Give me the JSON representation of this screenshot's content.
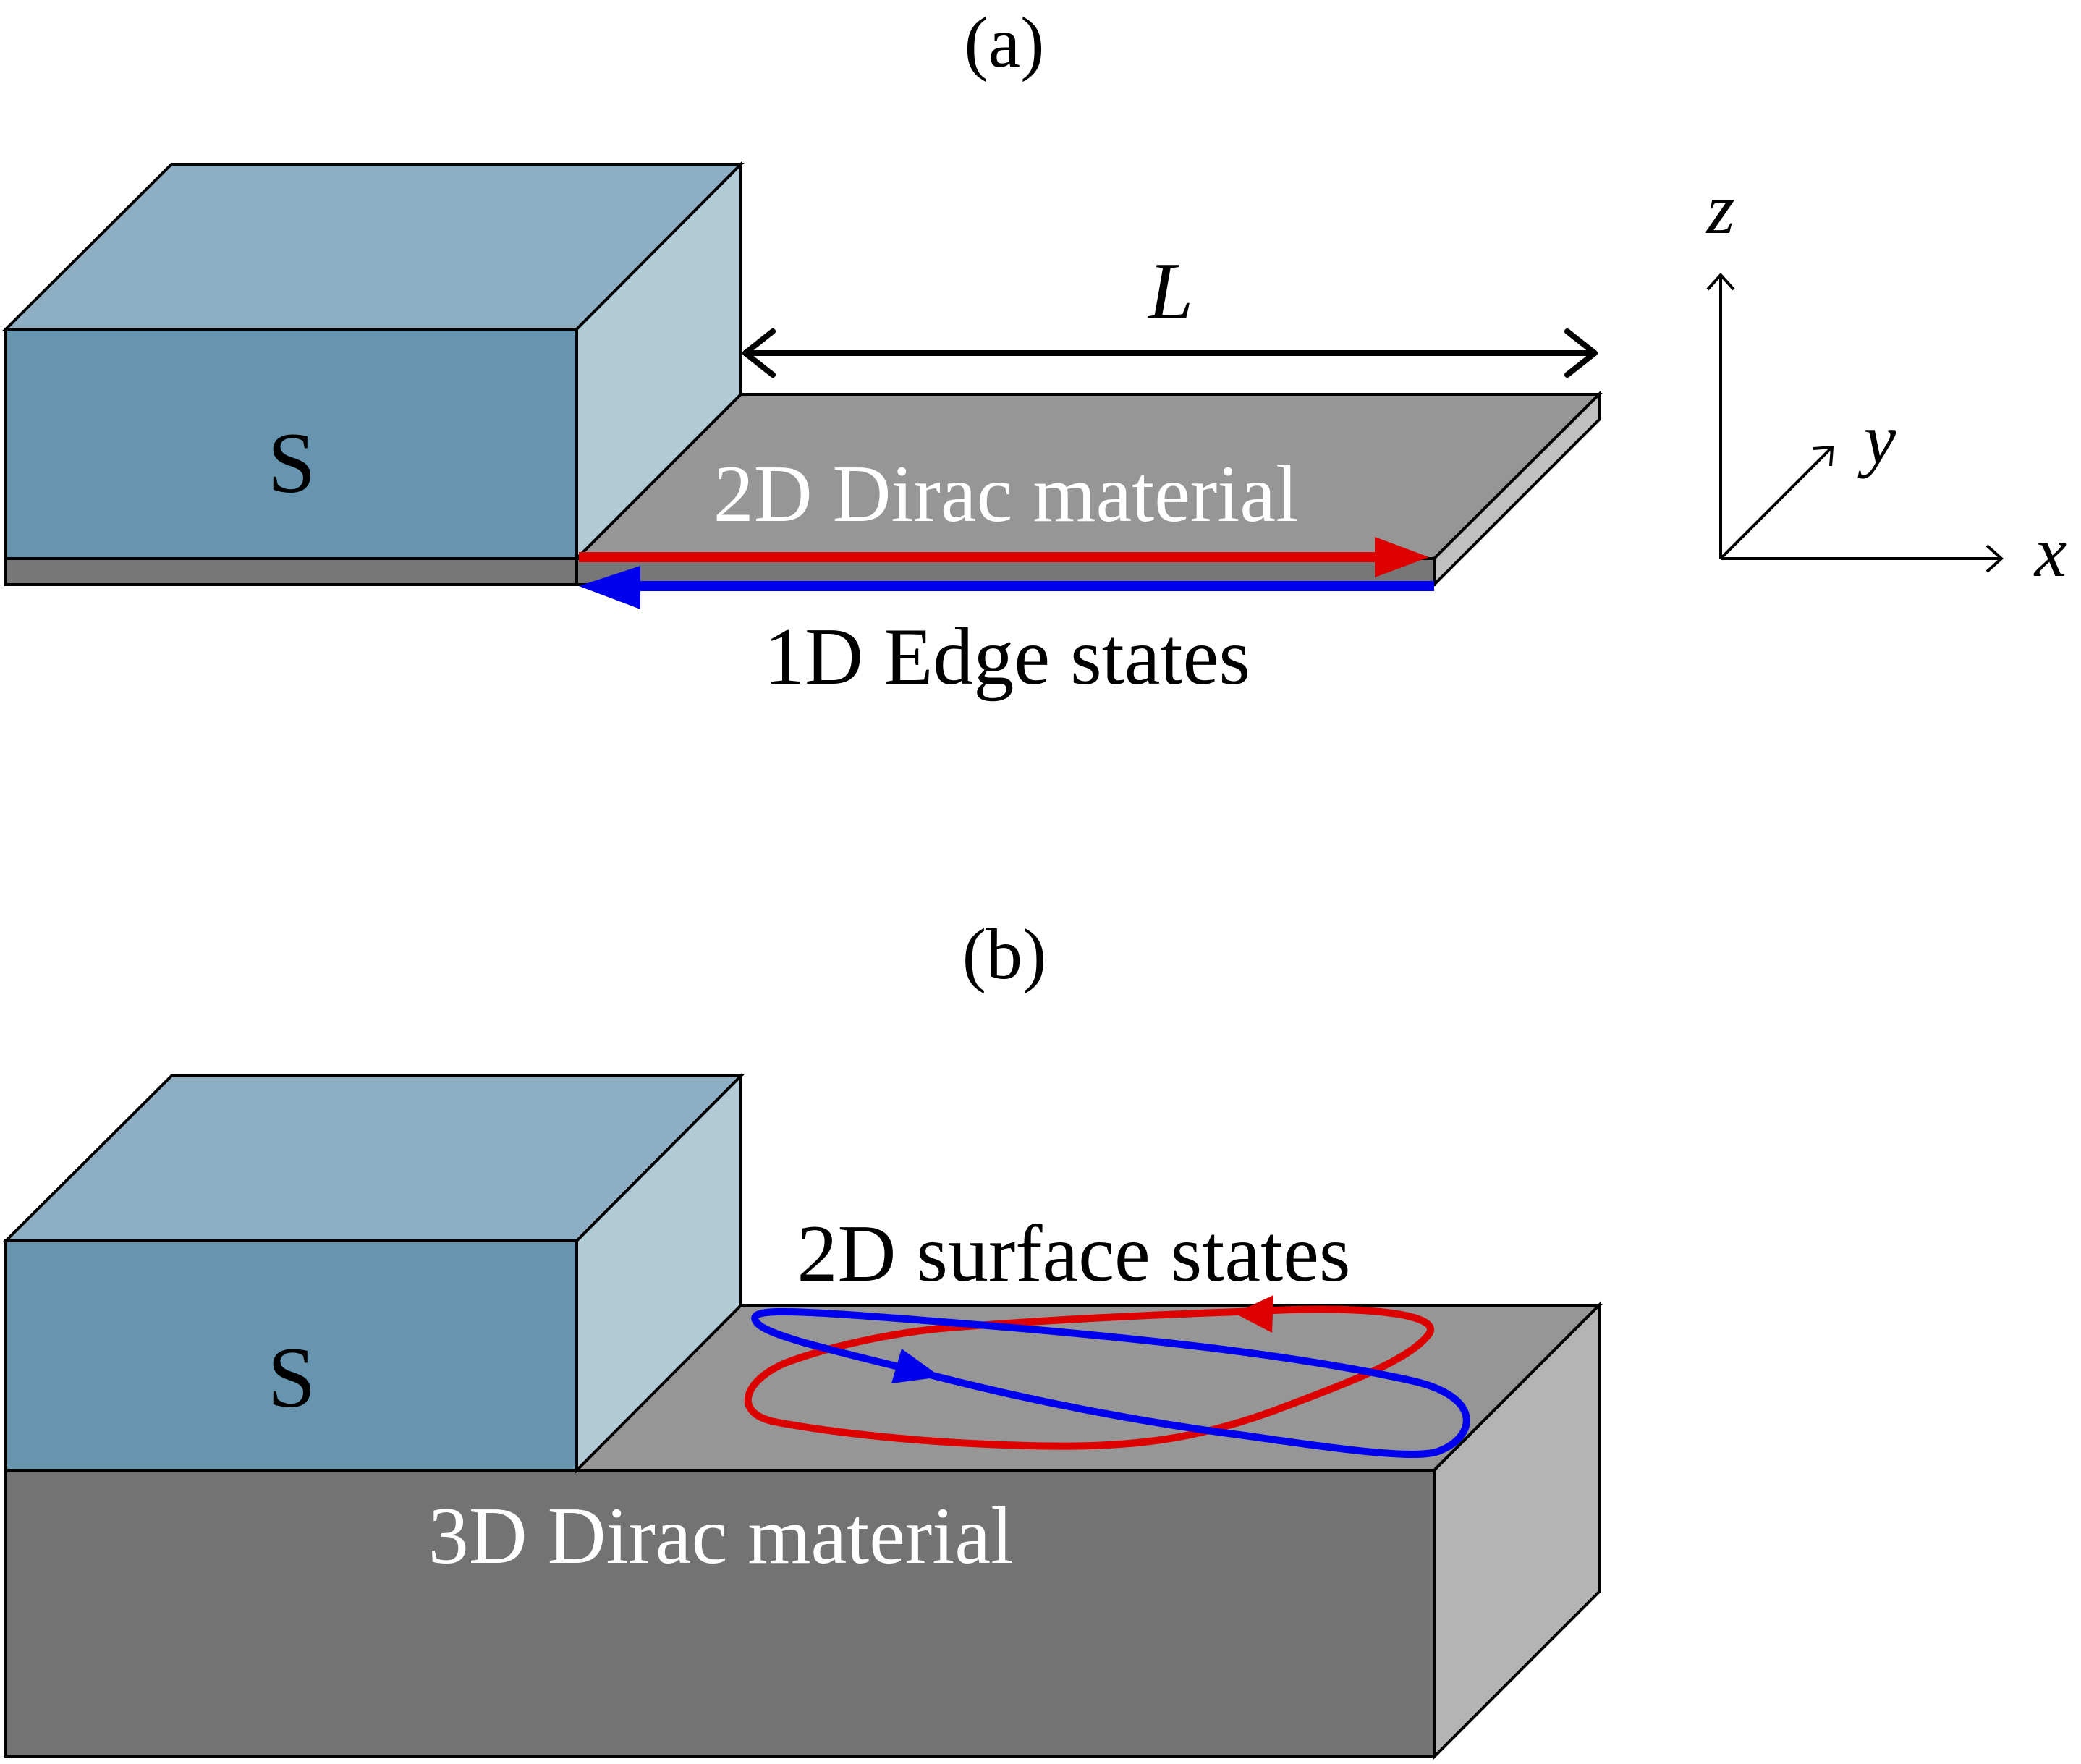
{
  "panel_a": {
    "label": "(a)",
    "superconductor_label": "S",
    "material_label": "2D Dirac material",
    "length_label": "L",
    "edge_states_label": "1D Edge states"
  },
  "panel_b": {
    "label": "(b)",
    "superconductor_label": "S",
    "surface_states_label": "2D surface states",
    "material_label": "3D Dirac material"
  },
  "axes": {
    "z": "z",
    "y": "y",
    "x": "x"
  },
  "colors": {
    "s_front": "#6794AF",
    "s_top": "#8EAEC4",
    "s_side": "#B2C9D6",
    "film_top": "#969696",
    "film_edge": "#777777",
    "film_side": "#C0C0C0",
    "bulk_front": "#737373",
    "bulk_side": "#B4B4B4",
    "red": "#DD0000",
    "blue": "#0000EE"
  }
}
